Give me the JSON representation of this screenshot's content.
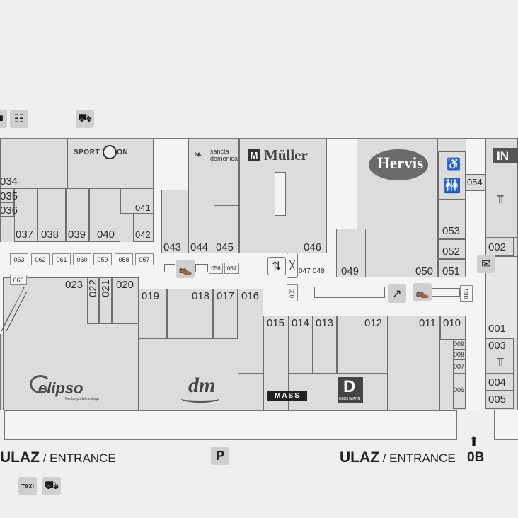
{
  "stores": [
    "034",
    "035",
    "036",
    "037",
    "038",
    "039",
    "040",
    "041",
    "042",
    "043",
    "044",
    "045",
    "046",
    "047",
    "048",
    "049",
    "050",
    "051",
    "052",
    "053",
    "054",
    "002",
    "063",
    "062",
    "061",
    "060",
    "059",
    "058",
    "057",
    "056",
    "064",
    "066",
    "023",
    "022",
    "021",
    "020",
    "019",
    "018",
    "017",
    "016",
    "015",
    "014",
    "013",
    "012",
    "011",
    "010",
    "009",
    "008",
    "007",
    "006",
    "055",
    "065",
    "001",
    "003",
    "004",
    "005"
  ],
  "brands": {
    "sport_vision": "SPORT  VISION",
    "sancta": "sancta domenica",
    "muller": "Müller",
    "hervis": "Hervis",
    "elipso": "elipso",
    "elipso_tag": "Centar podnih obloga",
    "dm": "dm",
    "mass": "MASS",
    "deichmann": "DEICHMANN",
    "interspar_partial": "IN"
  },
  "entrances": {
    "left_bold": "ULAZ",
    "left_rest": " / ENTRANCE",
    "right_bold": "ULAZ",
    "right_rest": " / ENTRANCE",
    "ob": "0B"
  },
  "icons": {
    "taxi_label": "TAXI",
    "parking": "P"
  },
  "colors": {
    "shop_fill": "#dcdcdc",
    "corridor": "#f4f4f4",
    "background": "#efefef",
    "outline": "#6e6e6e",
    "icon_bg": "#cfcfcf"
  }
}
